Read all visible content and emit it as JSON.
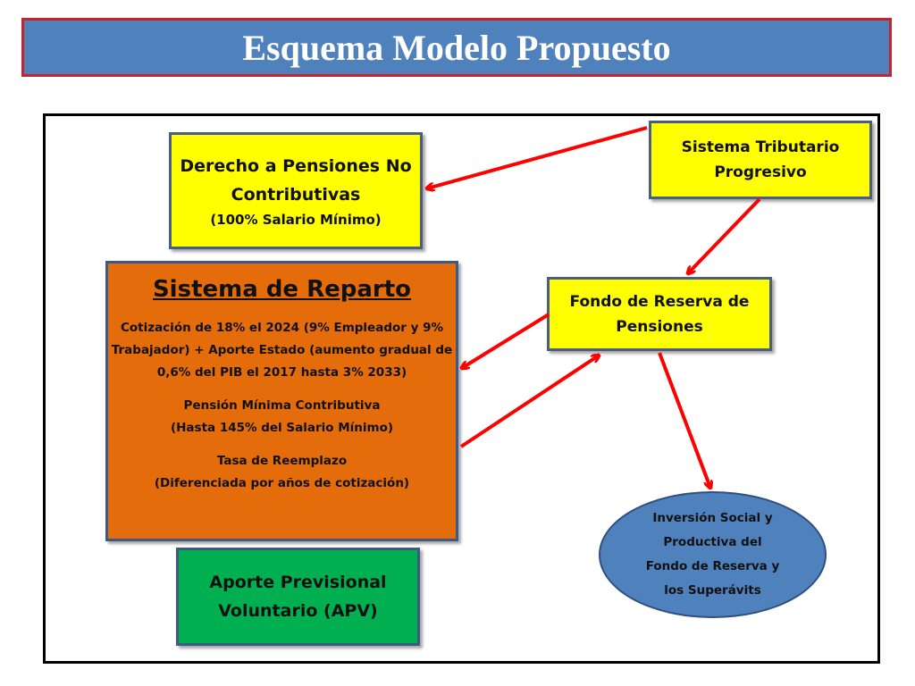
{
  "title": "Esquema Modelo Propuesto",
  "boxes": {
    "derecho": {
      "line1": "Derecho a Pensiones No",
      "line2": "Contributivas",
      "line3": "(100% Salario Mínimo)"
    },
    "tributario": {
      "line1": "Sistema Tributario",
      "line2": "Progresivo"
    },
    "fondo": {
      "line1": "Fondo de Reserva de",
      "line2": "Pensiones"
    },
    "reparto": {
      "heading": "Sistema de Reparto",
      "p1": [
        "Cotización de 18% el 2024 (9% Empleador y 9%",
        "Trabajador) + Aporte Estado (aumento gradual de",
        "0,6%  del PIB el 2017 hasta 3% 2033)"
      ],
      "p2": [
        "Pensión Mínima Contributiva",
        "(Hasta 145% del Salario Mínimo)"
      ],
      "p3": [
        "Tasa de Reemplazo",
        "(Diferenciada por años de cotización)"
      ]
    },
    "apv": {
      "line1": "Aporte Previsional",
      "line2": "Voluntario (APV)"
    },
    "inversion": {
      "lines": [
        "Inversión Social y",
        "Productiva del",
        "Fondo de Reserva y",
        "los Superávits"
      ]
    }
  },
  "colors": {
    "title_bg": "#4f81bd",
    "title_border": "#c0262d",
    "yellow": "#ffff00",
    "orange": "#e46c0a",
    "green": "#00b050",
    "ellipse": "#4f81bd",
    "arrow": "#ff0000"
  }
}
